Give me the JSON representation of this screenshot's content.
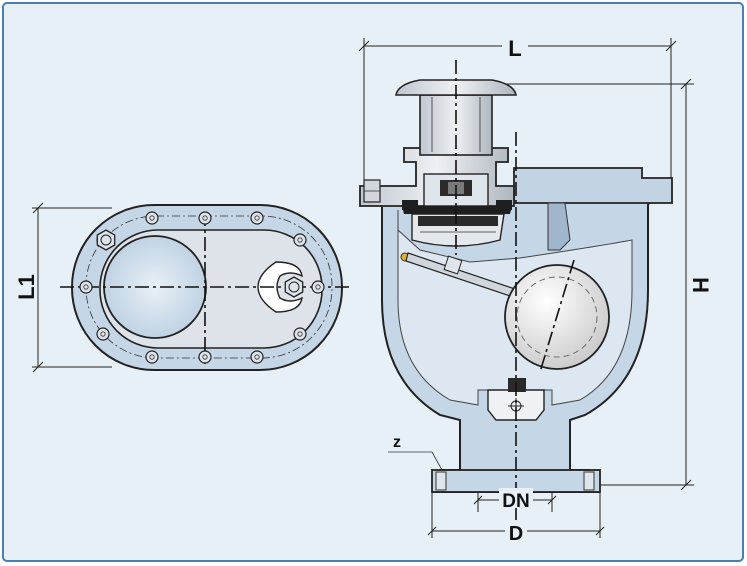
{
  "labels": {
    "L": "L",
    "L1": "L1",
    "H": "H",
    "DN": "DN",
    "D": "D",
    "z": "z"
  },
  "colors": {
    "background": "#e8f0f7",
    "border": "#4a7fb0",
    "body": "#c5d6e6",
    "body_dark": "#9fb6cc",
    "steel": "#dde3e8",
    "ball": "#f4f4f4",
    "ball_blue": "#cfdde9",
    "line": "#222222"
  }
}
